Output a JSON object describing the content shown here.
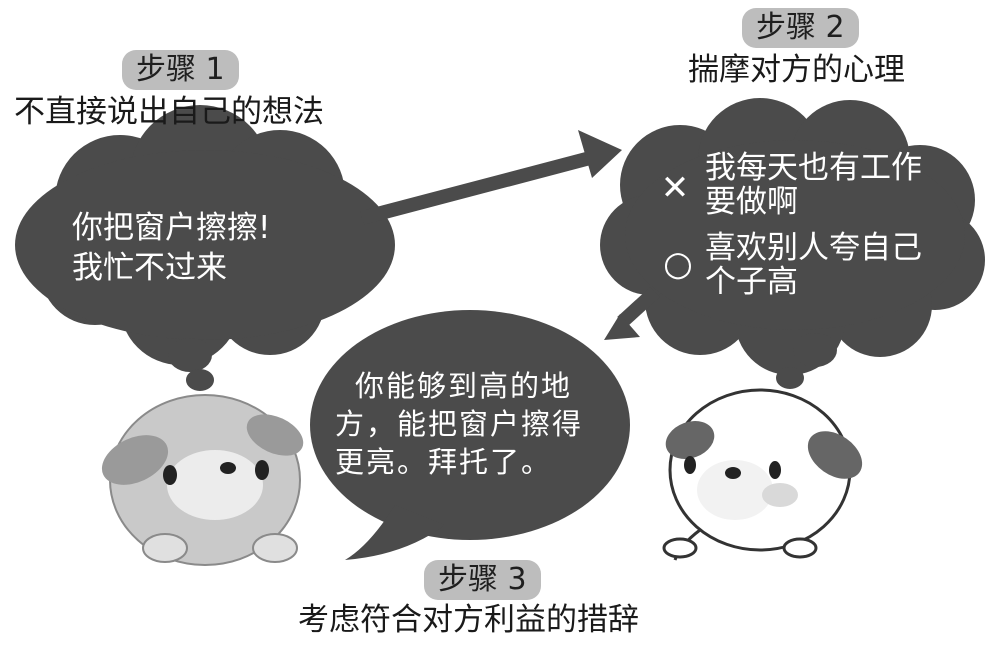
{
  "step1": {
    "badge": "步骤 1",
    "caption": "不直接说出自己的想法",
    "bubble_lines": [
      "你把窗户擦擦!",
      "我忙不过来"
    ]
  },
  "step2": {
    "badge": "步骤 2",
    "caption": "揣摩对方的心理",
    "wrong": {
      "icon": "cross-icon",
      "mark": "✕",
      "lines": [
        "我每天也有工作",
        "要做啊"
      ]
    },
    "right": {
      "icon": "circle-icon",
      "mark": "○",
      "lines": [
        "喜欢别人夸自己",
        "个子高"
      ]
    }
  },
  "step3": {
    "badge": "步骤 3",
    "caption": "考虑符合对方利益的措辞",
    "bubble_lines": [
      "你能够到高的地",
      "方，能把窗户擦得",
      "更亮。拜托了。"
    ]
  },
  "colors": {
    "bubble": "#4b4b4b",
    "badge": "#bdbdbd",
    "arrow": "#4b4b4b",
    "dog_left_body": "#c9c9c9",
    "dog_right_body": "#ffffff"
  }
}
